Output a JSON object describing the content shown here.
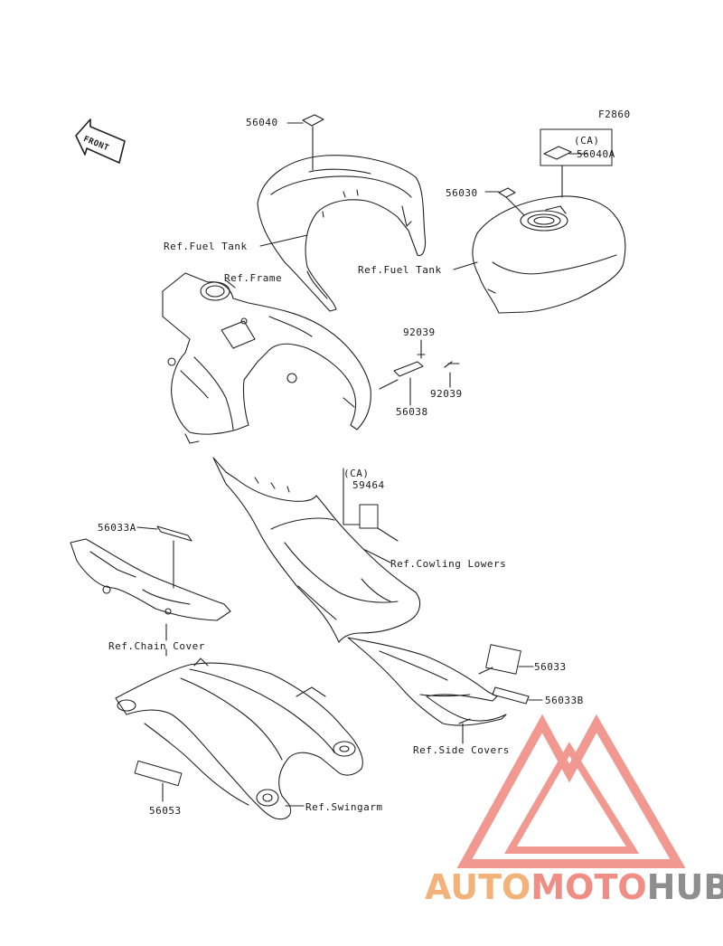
{
  "figure_code": "F2860",
  "front_label": "FRONT",
  "parts": {
    "p56040": "56040",
    "ca_1": "(CA)",
    "p56040A": "56040A",
    "p56030": "56030",
    "ref_fuel_tank_1": "Ref.Fuel Tank",
    "ref_fuel_tank_2": "Ref.Fuel Tank",
    "ref_frame": "Ref.Frame",
    "p92039_a": "92039",
    "p92039_b": "92039",
    "p56038": "56038",
    "ca_2": "(CA)",
    "p59464": "59464",
    "p56033A": "56033A",
    "ref_cowling_lowers": "Ref.Cowling Lowers",
    "ref_chain_cover": "Ref.Chain Cover",
    "p56033": "56033",
    "p56033B": "56033B",
    "ref_side_covers": "Ref.Side Covers",
    "p56053": "56053",
    "ref_swingarm": "Ref.Swingarm"
  },
  "watermark": {
    "part1": "AUTO",
    "part2": "MOTO",
    "part3": "HUB",
    "colors": {
      "auto": "#f3b27a",
      "moto": "#f08e86",
      "hub": "#8e8e8e",
      "logo": "#f08e86"
    }
  }
}
